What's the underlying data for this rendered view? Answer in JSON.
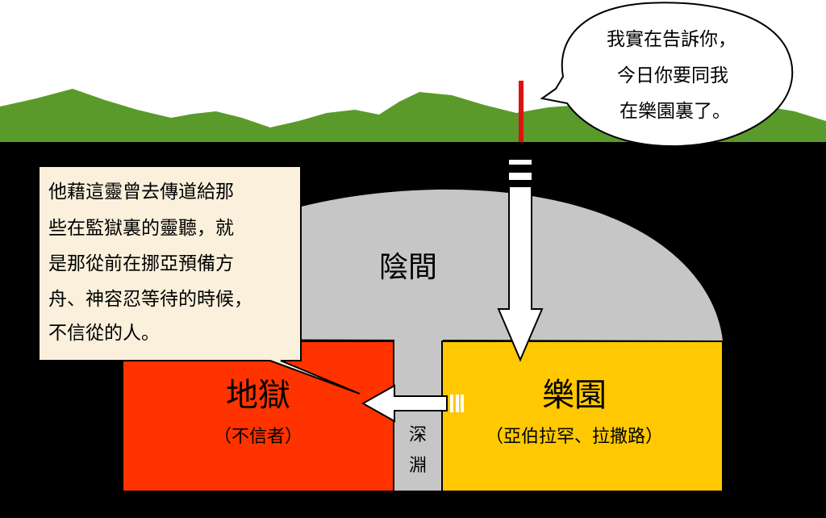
{
  "colors": {
    "sky": "#ffffff",
    "ground": "#000000",
    "hills": "#5a9a2a",
    "hades": "#c6c6c6",
    "hell": "#ff3300",
    "paradise": "#ffc800",
    "abyss": "#c6c6c6",
    "quote_box": "#faf0dc",
    "cross": "#dd1111"
  },
  "icons": {
    "down_arrow": "arrow-down-icon",
    "left_arrow": "arrow-left-icon",
    "cross": "red-marker-pole"
  },
  "speech_bubble": {
    "lines": [
      "我實在告訴你，",
      "今日你要同我",
      "在樂園裏了。"
    ]
  },
  "quote_box": {
    "lines": [
      "他藉這靈曾去傳道給那",
      "些在監獄裏的靈聽，就",
      "是那從前在挪亞預備方",
      "舟、神容忍等待的時候，",
      "不信從的人。"
    ]
  },
  "hades": {
    "label": "陰間"
  },
  "hell": {
    "title": "地獄",
    "subtitle": "（不信者）"
  },
  "abyss": {
    "char1": "深",
    "char2": "淵"
  },
  "paradise": {
    "title": "樂園",
    "subtitle": "（亞伯拉罕、拉撒路）"
  }
}
